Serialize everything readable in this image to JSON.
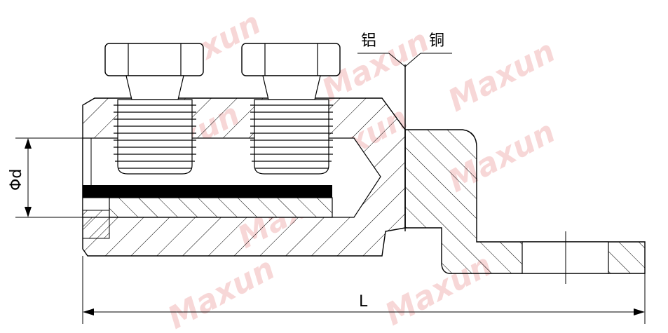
{
  "labels": {
    "aluminum": "铝",
    "copper": "铜",
    "diameter": "Φd",
    "length": "L"
  },
  "watermark": {
    "text": "Maxun",
    "color": "#f2b8b8"
  },
  "colors": {
    "line": "#000000",
    "background": "#ffffff"
  }
}
